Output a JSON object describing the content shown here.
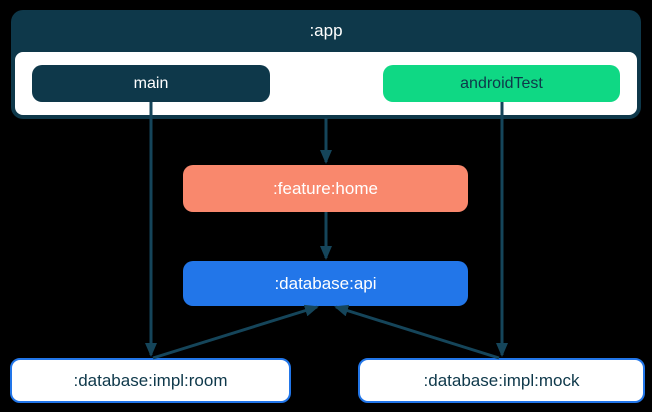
{
  "diagram": {
    "nodes": {
      "app": {
        "label": ":app"
      },
      "main": {
        "label": "main"
      },
      "android_test": {
        "label": "androidTest"
      },
      "feature_home": {
        "label": ":feature:home"
      },
      "database_api": {
        "label": ":database:api"
      },
      "database_impl_room": {
        "label": ":database:impl:room"
      },
      "database_impl_mock": {
        "label": ":database:impl:mock"
      }
    },
    "edges": [
      {
        "from": ":app",
        "to": ":feature:home"
      },
      {
        "from": "main",
        "to": ":database:impl:room"
      },
      {
        "from": "androidTest",
        "to": ":database:impl:mock"
      },
      {
        "from": ":feature:home",
        "to": ":database:api"
      },
      {
        "from": ":database:impl:room",
        "to": ":database:api"
      },
      {
        "from": ":database:impl:mock",
        "to": ":database:api"
      }
    ],
    "colors": {
      "background": "#000000",
      "navy": "#0e384a",
      "green": "#0fd884",
      "salmon": "#f9886d",
      "blue": "#2276e9",
      "arrow": "#15455a",
      "white": "#ffffff"
    }
  }
}
